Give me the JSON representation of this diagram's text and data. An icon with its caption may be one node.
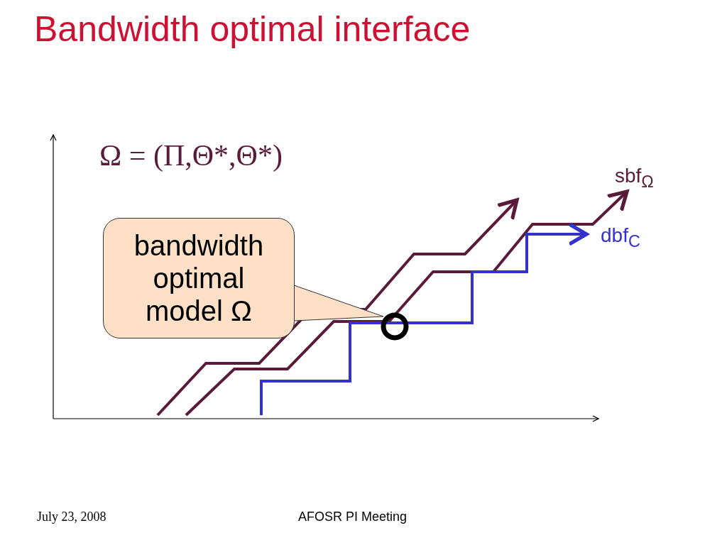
{
  "diagram": {
    "title": "Bandwidth optimal interface",
    "nodes": [
      {
        "text": [
          "bandwidth optimal model Ω"
        ]
      },
      {
        "text": [],
        "shape": "circle"
      }
    ],
    "edges": [
      {
        "from": 0,
        "to": 1,
        "arrow": "none"
      }
    ],
    "labels": [
      "Ω = (Π,Θ*,Θ*)",
      "sbf$_{Ω}$",
      "dbf$_{C}$",
      "July 23, 2008",
      "AFOSR PI Meeting"
    ]
  }
}
